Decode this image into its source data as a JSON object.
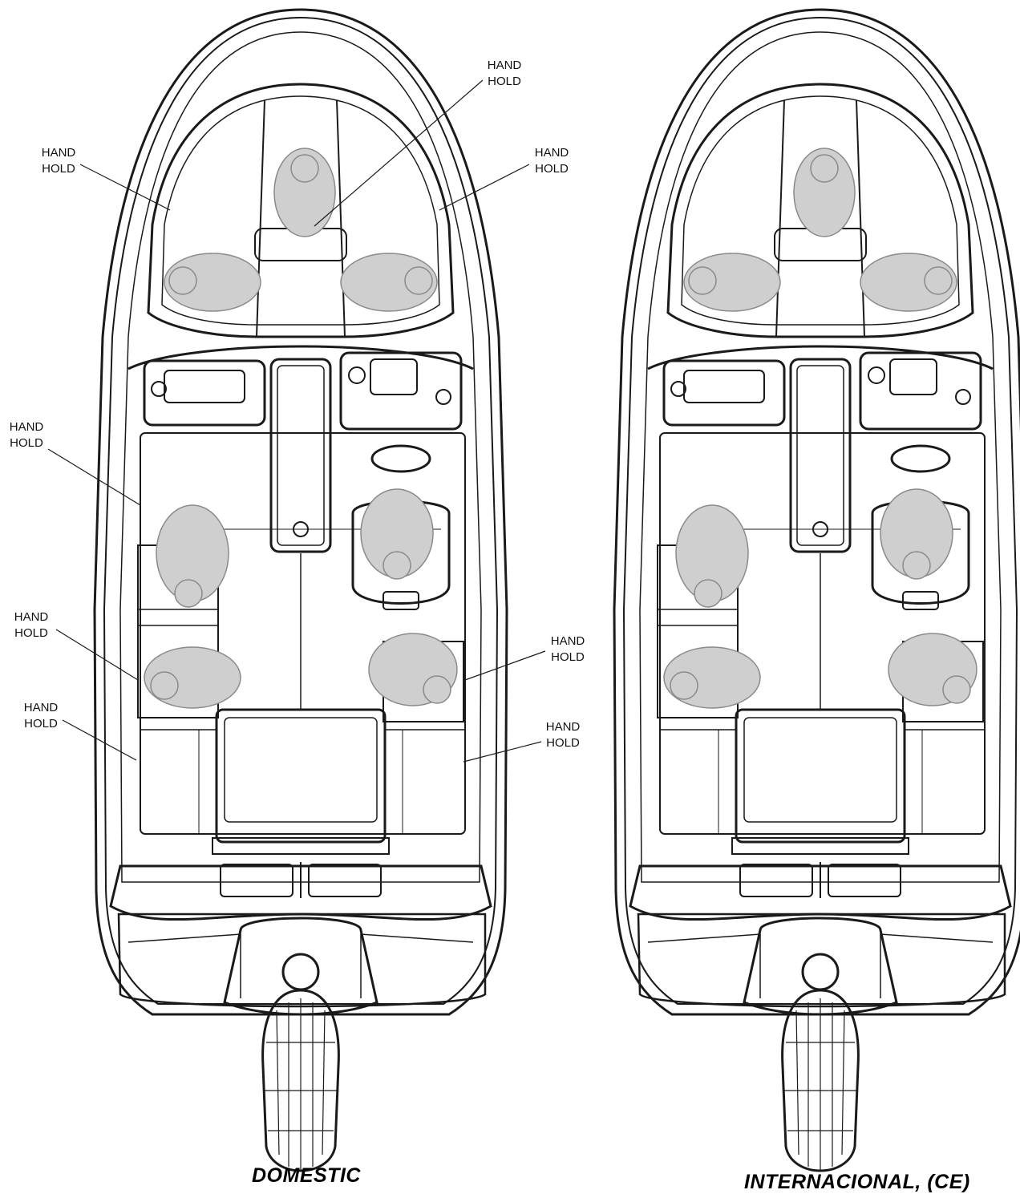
{
  "diagram": {
    "views": [
      {
        "id": "domestic",
        "caption": "DOMESTIC",
        "callouts": [
          {
            "line1": "HAND",
            "line2": "HOLD"
          },
          {
            "line1": "HAND",
            "line2": "HOLD"
          },
          {
            "line1": "HAND",
            "line2": "HOLD"
          },
          {
            "line1": "HAND",
            "line2": "HOLD"
          },
          {
            "line1": "HAND",
            "line2": "HOLD"
          },
          {
            "line1": "HAND",
            "line2": "HOLD"
          },
          {
            "line1": "HAND",
            "line2": "HOLD"
          },
          {
            "line1": "HAND",
            "line2": "HOLD"
          }
        ]
      },
      {
        "id": "international",
        "caption": "INTERNACIONAL, (CE)",
        "callouts": []
      }
    ],
    "colors": {
      "line": "#1a1a1a",
      "figure_fill": "#cfcfcf",
      "figure_stroke": "#8a8a8a",
      "background": "#ffffff"
    }
  }
}
